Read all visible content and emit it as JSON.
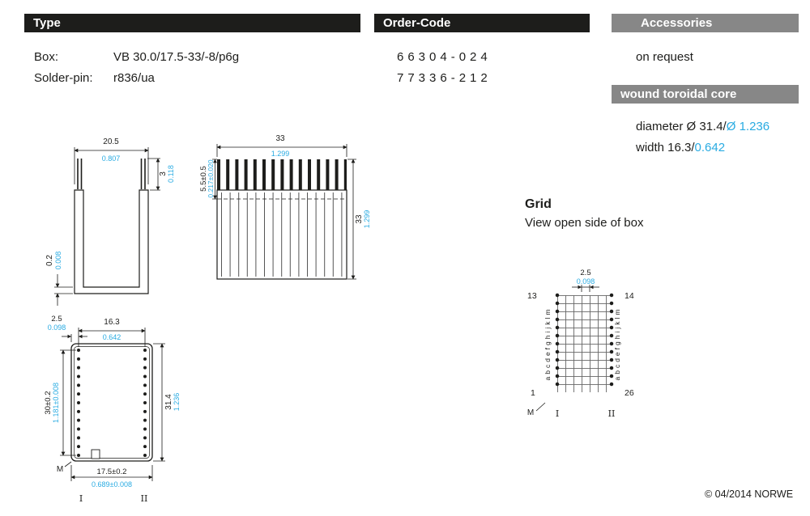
{
  "header": {
    "type": "Type",
    "order_code": "Order-Code",
    "accessories": "Accessories"
  },
  "type_info": {
    "box_label": "Box:",
    "box_value": "VB 30.0/17.5-33/-8/p6g",
    "solder_label": "Solder-pin:",
    "solder_value": "r836/ua"
  },
  "order_codes": {
    "code1": "66304-024",
    "code2": "77336-212"
  },
  "accessories": {
    "on_request": "on request",
    "toroidal_bar": "wound toroidal core",
    "diameter_prefix": "diameter Ø 31.4/",
    "diameter_inch": "Ø 1.236",
    "width_prefix": "width 16.3/",
    "width_inch": "0.642"
  },
  "grid": {
    "title": "Grid",
    "subtitle": "View open side of box"
  },
  "grid_diagram": {
    "pitch_mm": "2.5",
    "pitch_in": "0.098",
    "top_left": "13",
    "top_right": "14",
    "bottom_left": "1",
    "bottom_right": "26",
    "letters_left": "abcdefghijklm",
    "letters_right": "abcdefghijklm",
    "m_label": "M",
    "roman1": "I",
    "roman2": "II"
  },
  "cross_section": {
    "width_mm": "20.5",
    "width_in": "0.807",
    "pin_mm": "3",
    "pin_in": "0.118",
    "wall_mm": "0.2",
    "wall_in": "0.008"
  },
  "fin_view": {
    "width_mm": "33",
    "width_in": "1.299",
    "depth_mm": "5.5±0.5",
    "depth_in": "0.217±0.020",
    "height_mm": "33",
    "height_in": "1.299"
  },
  "open_view": {
    "pitch_mm": "2.5",
    "pitch_in": "0.098",
    "width_mm": "16.3",
    "width_in": "0.642",
    "holes_mm": "30±0.2",
    "holes_in": "1.181±0.008",
    "height_mm": "31.4",
    "height_in": "1.236",
    "bottom_mm": "17.5±0.2",
    "bottom_in": "0.689±0.008",
    "m_label": "M",
    "roman1": "I",
    "roman2": "II"
  },
  "footer": {
    "copyright": "© 04/2014 NORWE"
  },
  "colors": {
    "accent_blue": "#29abe2",
    "bar_black": "#1d1d1b",
    "bar_gray": "#878787"
  }
}
